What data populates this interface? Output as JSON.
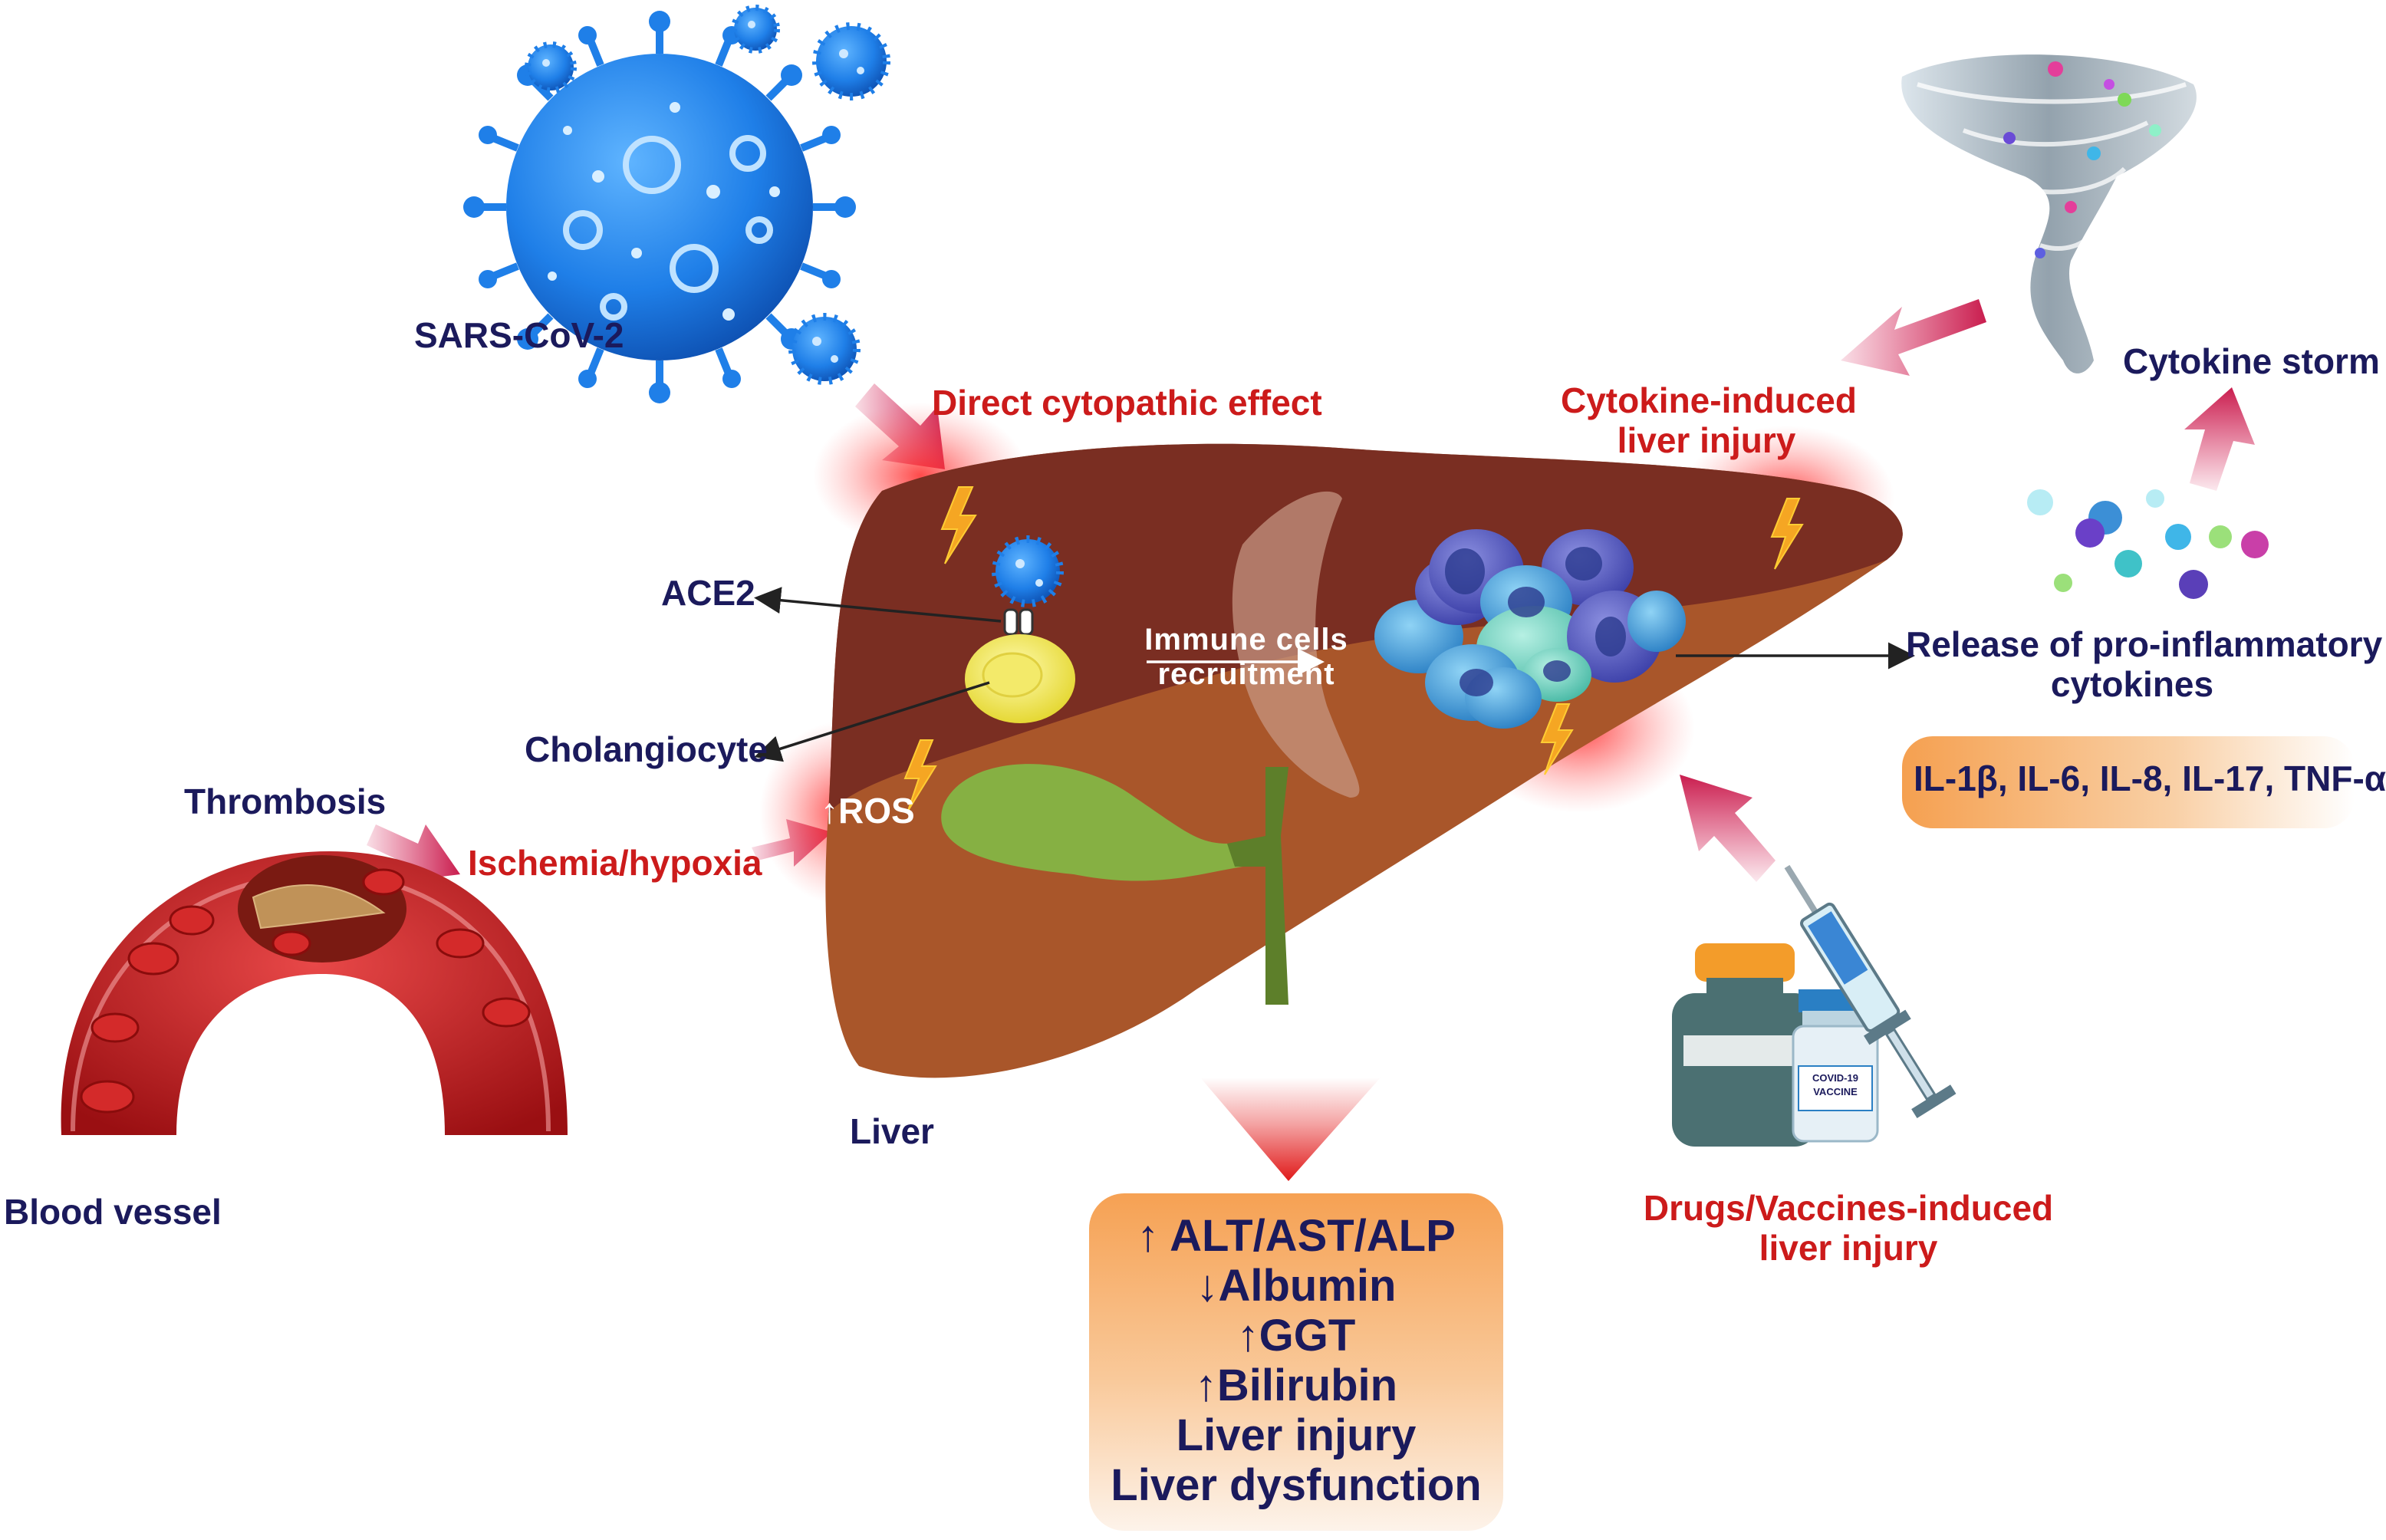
{
  "labels": {
    "sars": "SARS-CoV-2",
    "direct": "Direct cytopathic effect",
    "cytokine_injury_1": "Cytokine-induced",
    "cytokine_injury_2": "liver injury",
    "cytokine_storm": "Cytokine storm",
    "ace2": "ACE2",
    "cholangiocyte": "Cholangiocyte",
    "immune_1": "Immune cells",
    "immune_2": "recruitment",
    "release_1": "Release of pro-inflammatory",
    "release_2": "cytokines",
    "il_list": "IL-1β, IL-6, IL-8, IL-17, TNF-α",
    "thrombosis": "Thrombosis",
    "ischemia": "Ischemia/hypoxia",
    "ros": "↑ROS",
    "liver": "Liver",
    "blood_vessel": "Blood vessel",
    "drugs_1": "Drugs/Vaccines-induced",
    "drugs_2": "liver injury",
    "vial_1": "COVID-19",
    "vial_2": "VACCINE"
  },
  "outcomes": [
    "↑ ALT/AST/ALP",
    "↓Albumin",
    "↑GGT",
    "↑Bilirubin",
    "Liver injury",
    "Liver dysfunction"
  ],
  "colors": {
    "navy_text": "#1b1a5c",
    "red_text": "#cc1b1b",
    "liver_dark": "#7a2e22",
    "liver_light": "#a9562a",
    "gallbladder": "#86b043",
    "virus_blue": "#1f7fe8",
    "arrow_pink": "#d7265a",
    "box_orange": "#f6a153"
  }
}
